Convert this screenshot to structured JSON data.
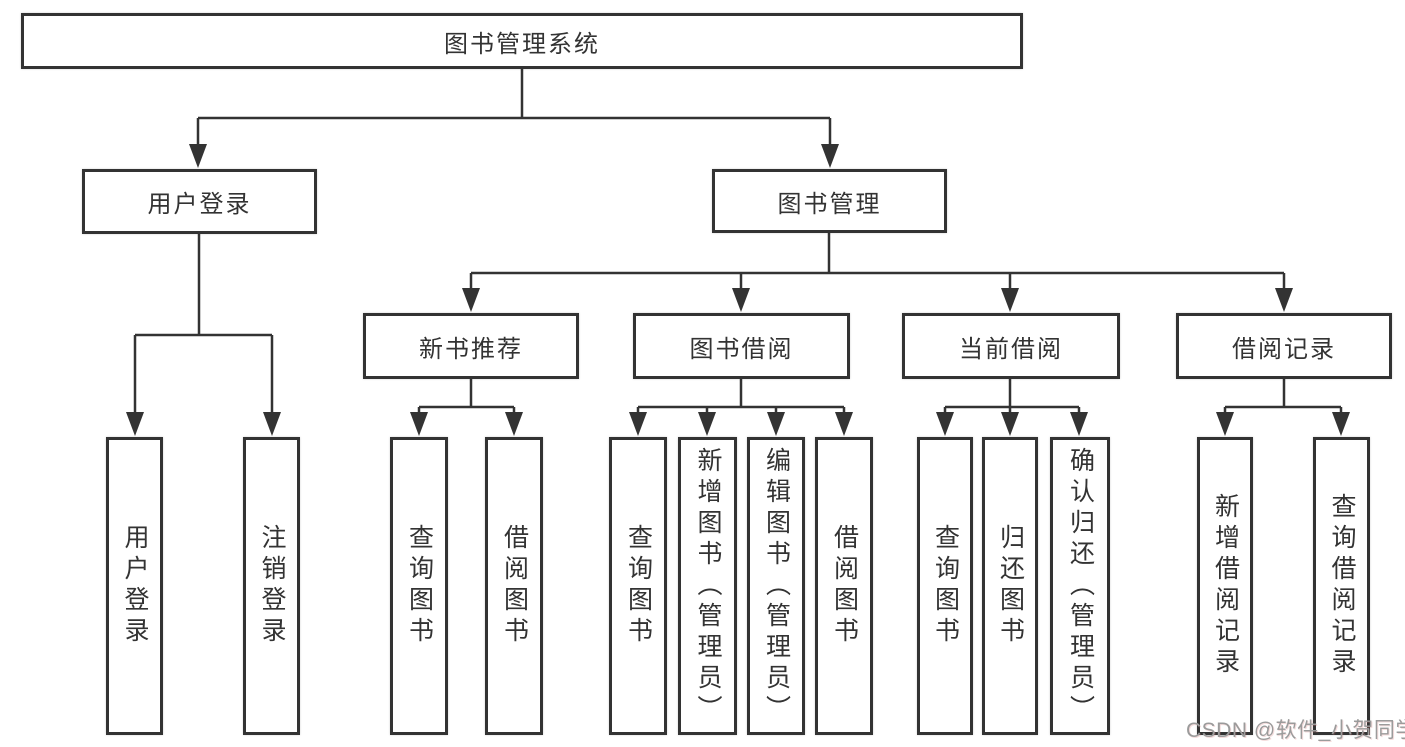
{
  "diagram": {
    "type": "hierarchy-tree",
    "colors": {
      "line": "#333333",
      "border": "#333333",
      "text": "#333333",
      "background": "#ffffff",
      "watermark_text": "#9b9b9b"
    },
    "nodes": {
      "root": {
        "label": "图书管理系统"
      },
      "user_login": {
        "label": "用户登录"
      },
      "book_mgmt": {
        "label": "图书管理"
      },
      "new_book_rec": {
        "label": "新书推荐"
      },
      "book_borrow": {
        "label": "图书借阅"
      },
      "current_borrow": {
        "label": "当前借阅"
      },
      "borrow_record": {
        "label": "借阅记录"
      },
      "leaf_user_login": {
        "label": "用户登录"
      },
      "leaf_logout": {
        "label": "注销登录"
      },
      "leaf_rec_query_book": {
        "label": "查询图书"
      },
      "leaf_rec_borrow_book": {
        "label": "借阅图书"
      },
      "leaf_bor_query_book": {
        "label": "查询图书"
      },
      "leaf_bor_add_book": {
        "label": "新增图书（管理员）"
      },
      "leaf_bor_edit_book": {
        "label": "编辑图书（管理员）"
      },
      "leaf_bor_borrow_book": {
        "label": "借阅图书"
      },
      "leaf_cur_query_book": {
        "label": "查询图书"
      },
      "leaf_cur_return_book": {
        "label": "归还图书"
      },
      "leaf_cur_confirm_return": {
        "label": "确认归还（管理员）"
      },
      "leaf_add_record": {
        "label": "新增借阅记录"
      },
      "leaf_query_record": {
        "label": "查询借阅记录"
      }
    },
    "edges": [
      [
        "root",
        "user_login"
      ],
      [
        "root",
        "book_mgmt"
      ],
      [
        "user_login",
        "leaf_user_login"
      ],
      [
        "user_login",
        "leaf_logout"
      ],
      [
        "book_mgmt",
        "new_book_rec"
      ],
      [
        "book_mgmt",
        "book_borrow"
      ],
      [
        "book_mgmt",
        "current_borrow"
      ],
      [
        "book_mgmt",
        "borrow_record"
      ],
      [
        "new_book_rec",
        "leaf_rec_query_book"
      ],
      [
        "new_book_rec",
        "leaf_rec_borrow_book"
      ],
      [
        "book_borrow",
        "leaf_bor_query_book"
      ],
      [
        "book_borrow",
        "leaf_bor_add_book"
      ],
      [
        "book_borrow",
        "leaf_bor_edit_book"
      ],
      [
        "book_borrow",
        "leaf_bor_borrow_book"
      ],
      [
        "current_borrow",
        "leaf_cur_query_book"
      ],
      [
        "current_borrow",
        "leaf_cur_return_book"
      ],
      [
        "current_borrow",
        "leaf_cur_confirm_return"
      ],
      [
        "borrow_record",
        "leaf_add_record"
      ],
      [
        "borrow_record",
        "leaf_query_record"
      ]
    ],
    "watermark": {
      "text": "CSDN @软件_小贺同学"
    }
  }
}
